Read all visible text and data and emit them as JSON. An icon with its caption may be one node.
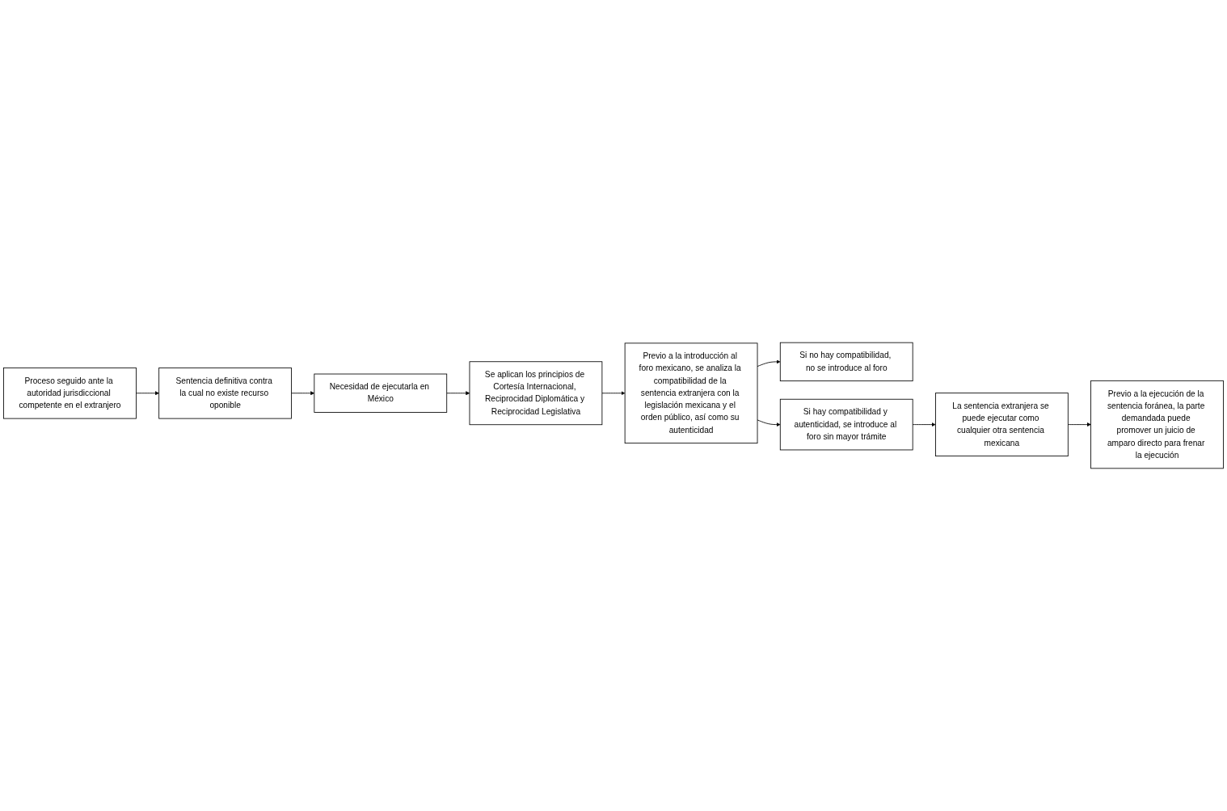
{
  "diagram": {
    "nodes": [
      {
        "text": [
          "Proceso seguido ante la autoridad jurisdiccional competente en el extranjero"
        ]
      },
      {
        "text": [
          "Sentencia definitiva contra la cual no existe recurso oponible"
        ]
      },
      {
        "text": [
          "Necesidad de ejecutarla en México"
        ]
      },
      {
        "text": [
          "Si no hay compatibilidad, no se introduce al foro"
        ]
      },
      {
        "text": [
          "Previo a la introducción al foro mexicano, se analiza la compatibilidad de la sentencia extranjera con la legislación mexicana y el orden público, así como su autenticidad"
        ]
      },
      {
        "text": [
          "Se aplican los principios de Cortesía Internacional, Reciprocidad Diplomática y Reciprocidad Legislativa"
        ]
      },
      {
        "text": [
          "Si hay compatibilidad y autenticidad, se introduce al foro sin mayor trámite"
        ]
      },
      {
        "text": [
          "La sentencia extranjera se puede ejecutar como cualquier otra sentencia mexicana"
        ]
      },
      {
        "text": [
          "Previo a la ejecución de la sentencia foránea, la parte demandada puede promover un juicio de amparo directo para frenar la ejecución"
        ]
      }
    ],
    "edges": [
      {
        "from": 0,
        "to": 1,
        "arrow": "to"
      },
      {
        "from": 1,
        "to": 2,
        "arrow": "to"
      },
      {
        "from": 2,
        "to": 5,
        "arrow": "to"
      },
      {
        "from": 5,
        "to": 4,
        "arrow": "to"
      },
      {
        "from": 4,
        "to": 3,
        "arrow": "to"
      },
      {
        "from": 4,
        "to": 6,
        "arrow": "to"
      },
      {
        "from": 6,
        "to": 7,
        "arrow": "to"
      },
      {
        "from": 7,
        "to": 8,
        "arrow": "to"
      }
    ]
  }
}
